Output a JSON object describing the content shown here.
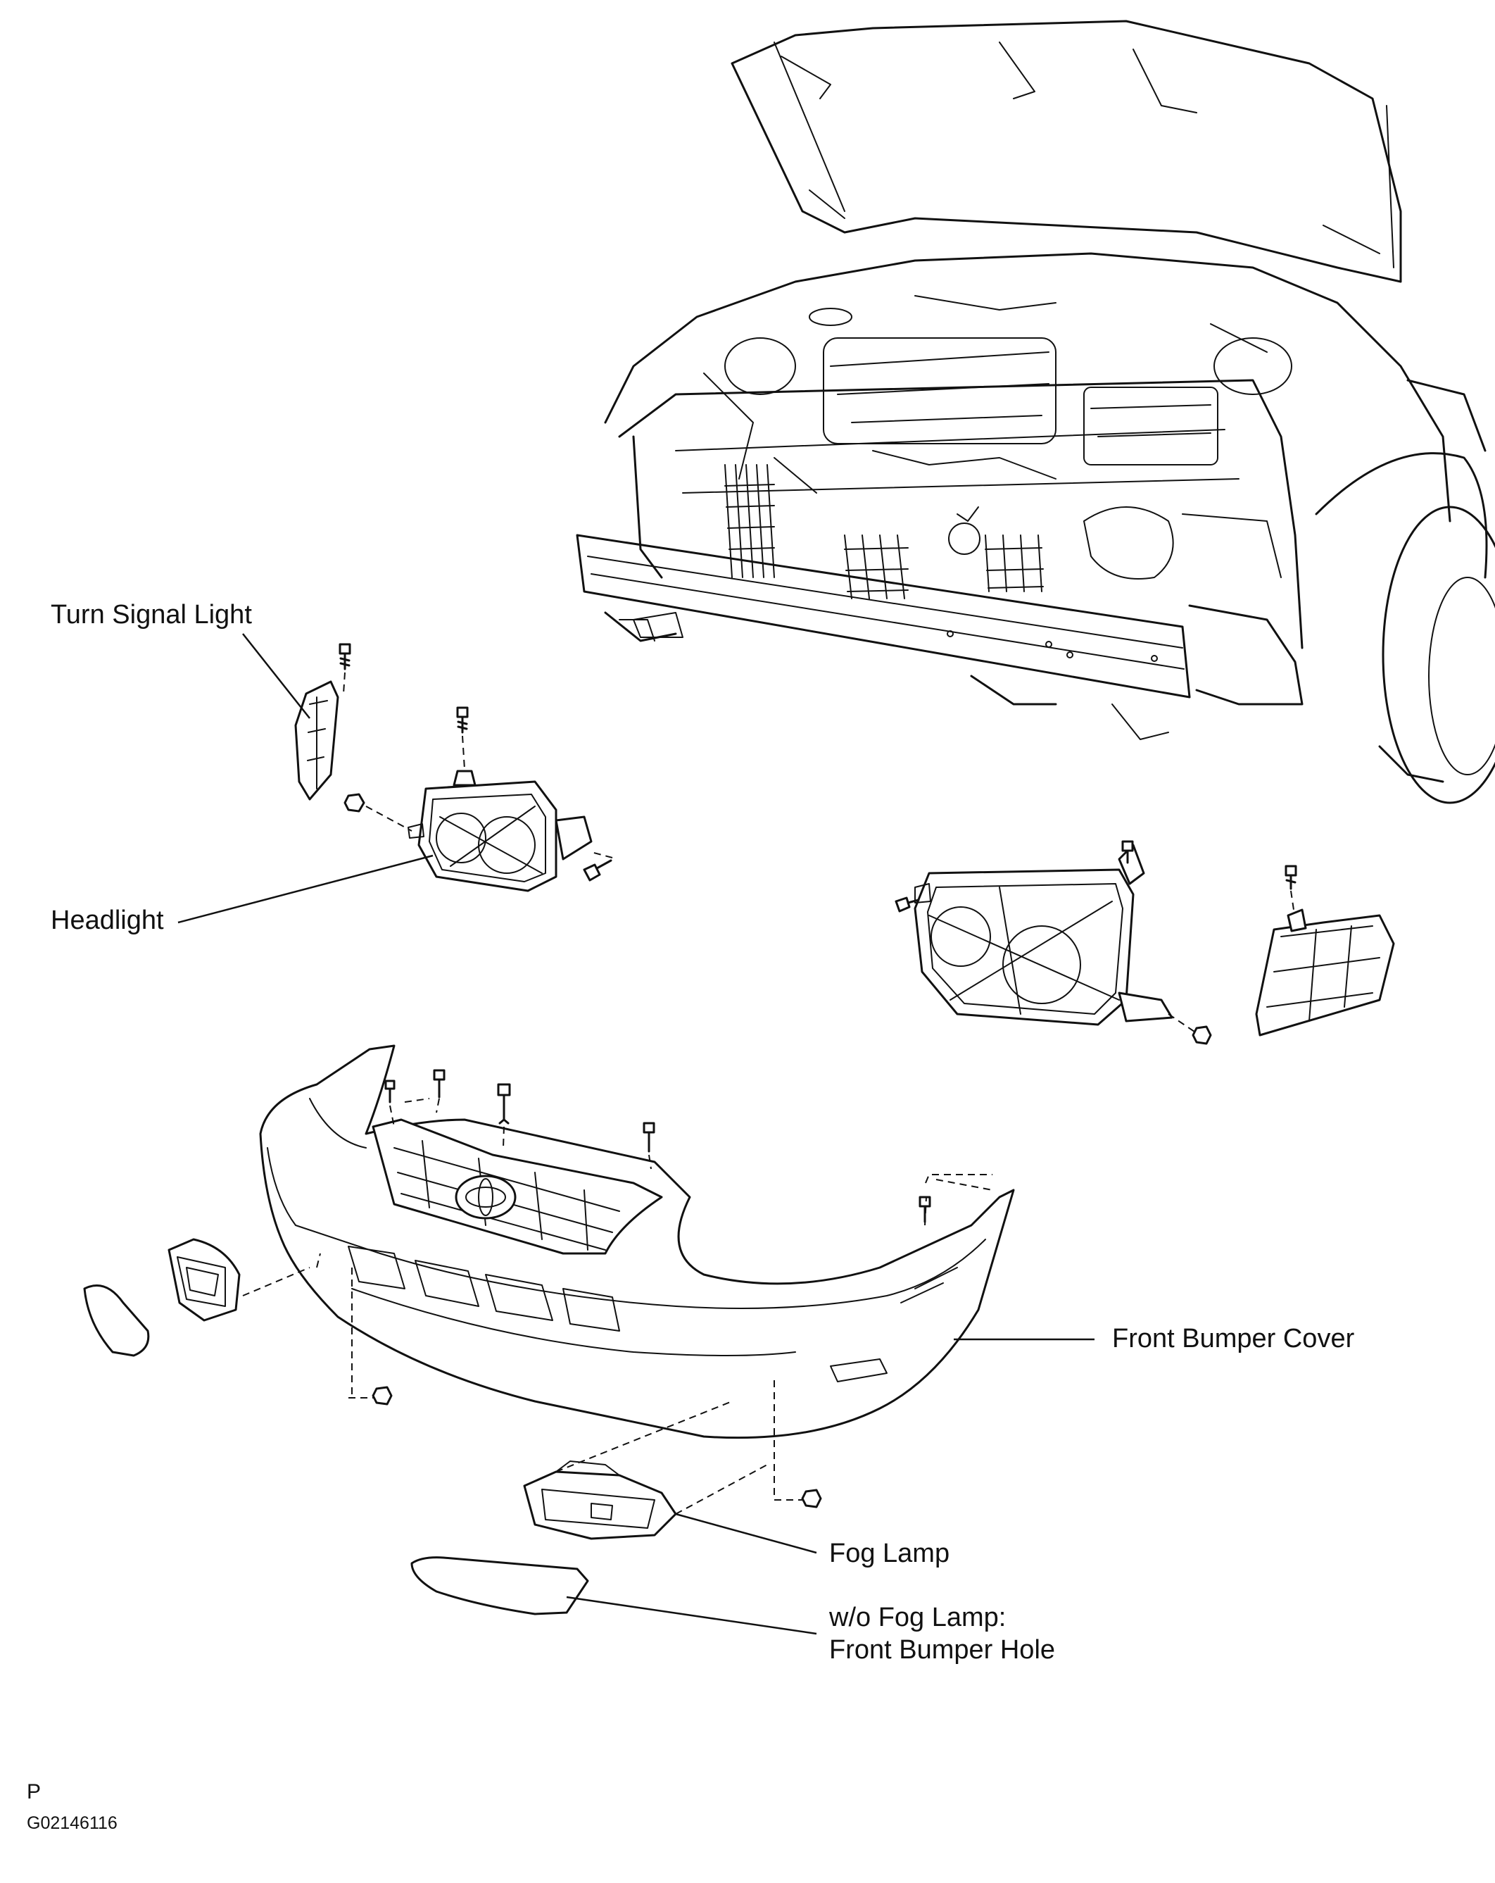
{
  "labels": {
    "turn_signal_light": "Turn Signal Light",
    "headlight": "Headlight",
    "front_bumper_cover": "Front Bumper Cover",
    "fog_lamp": "Fog Lamp",
    "front_bumper_hole_line1": "w/o Fog Lamp:",
    "front_bumper_hole_line2": "Front Bumper Hole"
  },
  "footer": {
    "page_marker": "P",
    "figure_code": "G02146116"
  },
  "icons": [
    "vehicle-front-body",
    "screw-icon",
    "nut-icon",
    "toyota-emblem-icon"
  ],
  "colors": {
    "ink": "#111111",
    "background": "#ffffff"
  }
}
